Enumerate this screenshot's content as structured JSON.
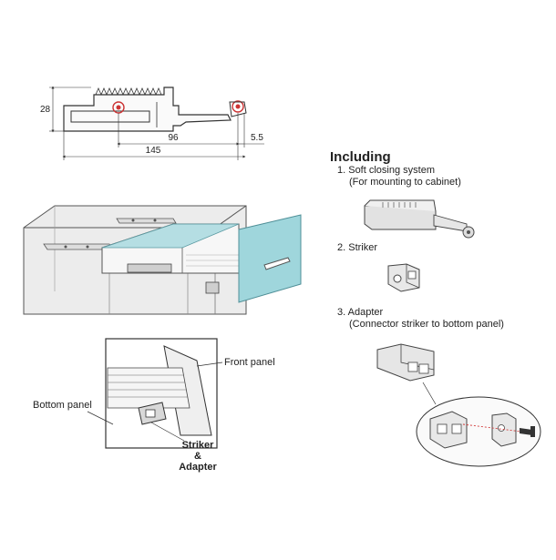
{
  "dimensions": {
    "height": "28",
    "hole_spacing": "96",
    "offset": "5.5",
    "overall_length": "145"
  },
  "including": {
    "heading": "Including",
    "items": [
      {
        "line1": "1. Soft closing system",
        "line2": "(For mounting to cabinet)"
      },
      {
        "line1": "2. Striker",
        "line2": ""
      },
      {
        "line1": "3. Adapter",
        "line2": "(Connector striker to bottom panel)"
      }
    ]
  },
  "detail": {
    "front_panel": "Front panel",
    "bottom_panel": "Bottom panel",
    "striker_callout": [
      "Striker",
      "&",
      "Adapter"
    ]
  },
  "colors": {
    "panel_tint": "#9fd6dc",
    "line": "#333333",
    "cabinet_fill": "#e9e9e9",
    "metal": "#cfcfcf",
    "marker_red": "#d23b3b"
  }
}
